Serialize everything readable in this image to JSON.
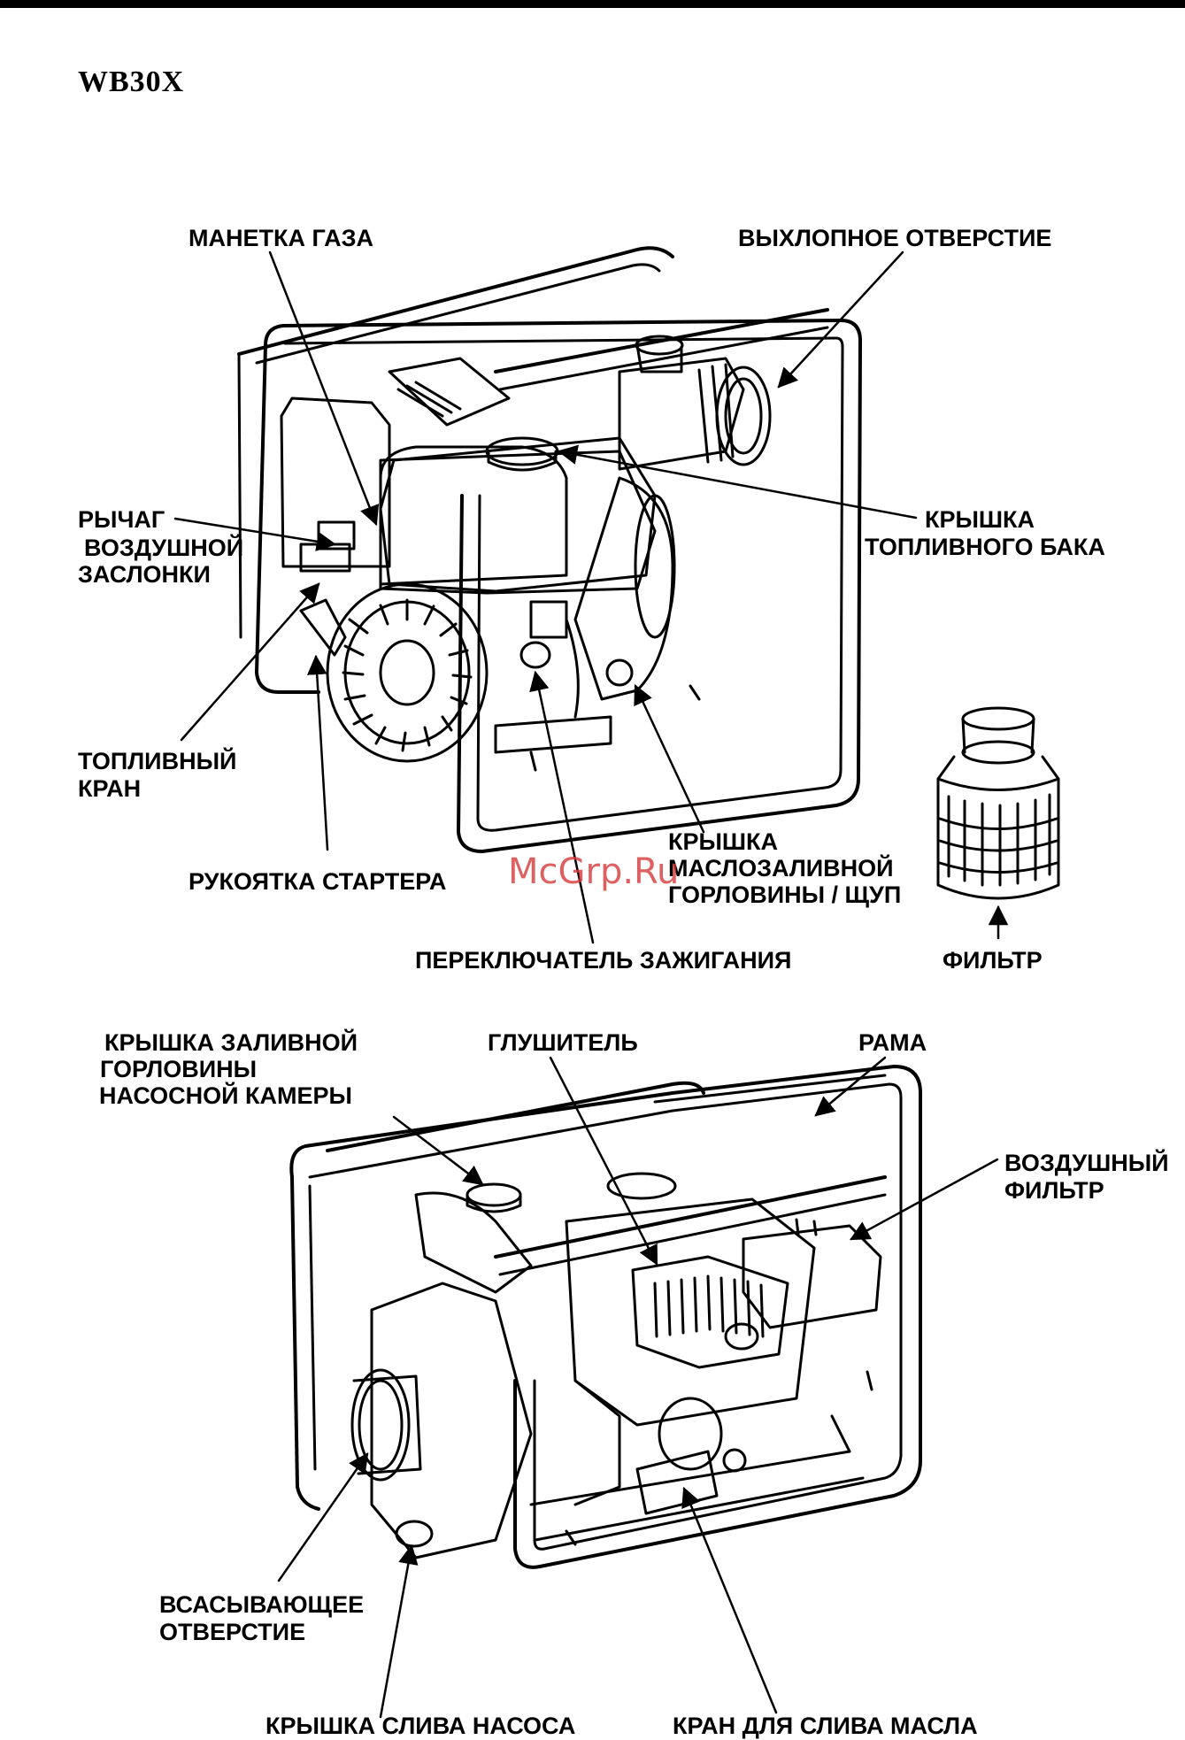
{
  "model": "WB30X",
  "watermark": "McGrp.Ru",
  "top_view": {
    "labels": {
      "throttle": "МАНЕТКА ГАЗА",
      "exhaust": "ВЫХЛОПНОЕ ОТВЕРСТИЕ",
      "choke_1": "РЫЧАГ",
      "choke_2": "ВОЗДУШНОЙ",
      "choke_3": "ЗАСЛОНКИ",
      "fuel_cap_1": "КРЫШКА",
      "fuel_cap_2": "ТОПЛИВНОГО БАКА",
      "fuel_valve_1": "ТОПЛИВНЫЙ",
      "fuel_valve_2": "КРАН",
      "starter": "РУКОЯТКА СТАРТЕРА",
      "oil_cap_1": "КРЫШКА",
      "oil_cap_2": "МАСЛОЗАЛИВНОЙ",
      "oil_cap_3": "ГОРЛОВИНЫ / ЩУП",
      "ignition": "ПЕРЕКЛЮЧАТЕЛЬ ЗАЖИГАНИЯ",
      "filter": "ФИЛЬТР"
    }
  },
  "bottom_view": {
    "labels": {
      "prime_cap_1": "КРЫШКА ЗАЛИВНОЙ",
      "prime_cap_2": "ГОРЛОВИНЫ",
      "prime_cap_3": "НАСОСНОЙ КАМЕРЫ",
      "muffler": "ГЛУШИТЕЛЬ",
      "frame": "РАМА",
      "air_filter_1": "ВОЗДУШНЫЙ",
      "air_filter_2": "ФИЛЬТР",
      "suction_1": "ВСАСЫВАЮЩЕЕ",
      "suction_2": "ОТВЕРСТИЕ",
      "pump_drain": "КРЫШКА СЛИВА НАСОСА",
      "oil_drain": "КРАН ДЛЯ СЛИВА МАСЛА"
    }
  }
}
